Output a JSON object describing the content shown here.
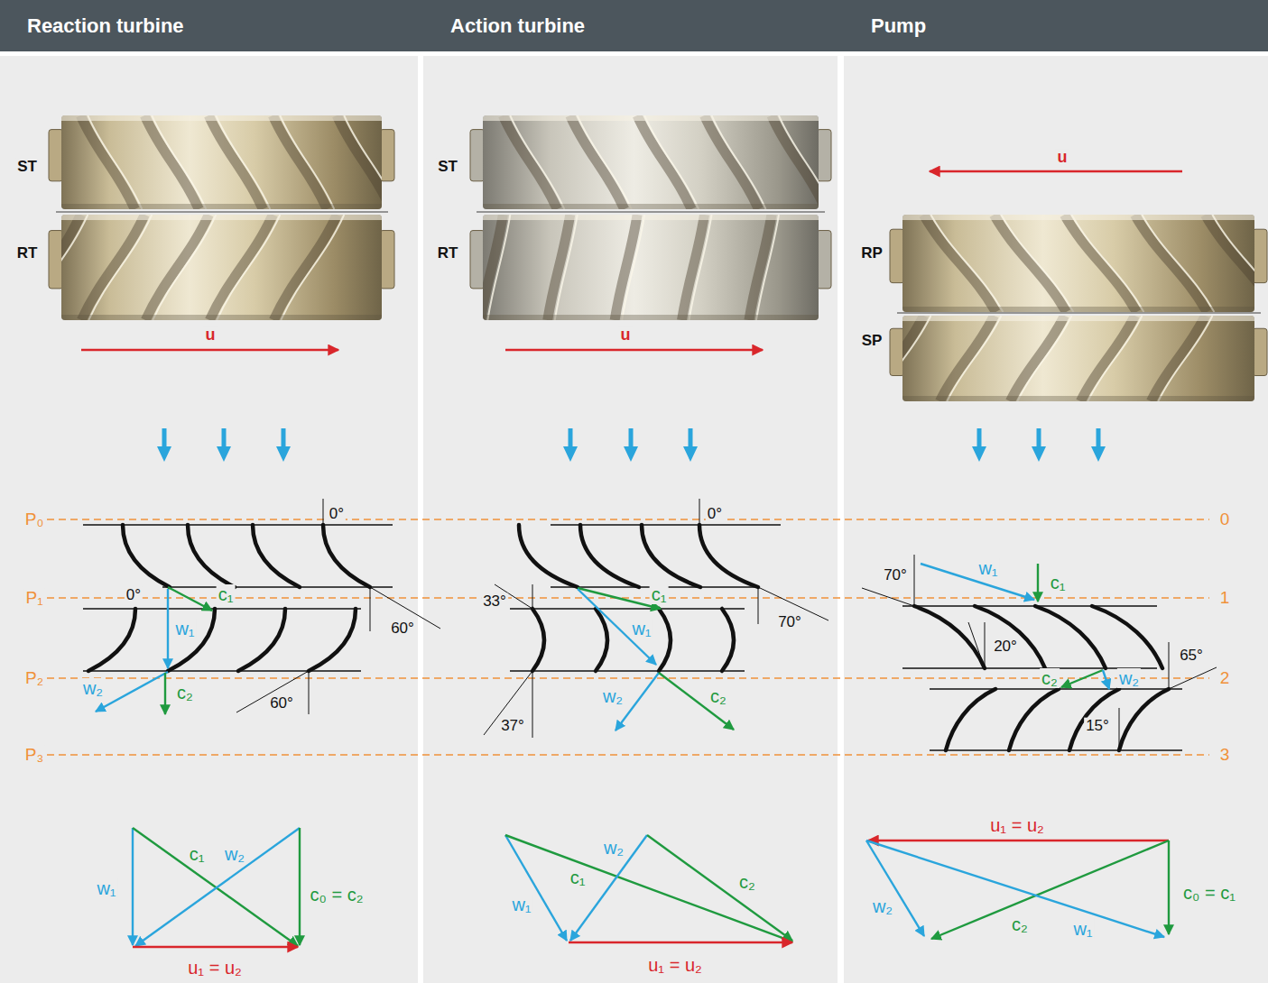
{
  "diagram": {
    "nodes": [
      {
        "text": [
          "Reaction turbine"
        ]
      },
      {
        "text": [
          "Action turbine"
        ]
      },
      {
        "text": [
          "Pump"
        ]
      }
    ],
    "labels": [
      "ST",
      "RT",
      "u",
      "P₀",
      "P₁",
      "P₂",
      "P₃",
      "0°",
      "0°",
      "60°",
      "60°",
      "c₁",
      "w₁",
      "w₂",
      "c₂",
      "w₁",
      "c₁",
      "w₂",
      "c₀ = c₂",
      "u₁ = u₂",
      "ST",
      "RT",
      "u",
      "0°",
      "33°",
      "70°",
      "37°",
      "c₁",
      "w₁",
      "w₂",
      "c₂",
      "w₂",
      "c₁",
      "w₁",
      "c₂",
      "u₁ = u₂",
      "u",
      "RP",
      "SP",
      "70°",
      "w₁",
      "c₁",
      "20°",
      "65°",
      "c₂",
      "w₂",
      "15°",
      "0",
      "1",
      "2",
      "3",
      "u₁ = u₂",
      "w₂",
      "c₂",
      "w₁",
      "c₀ = c₁"
    ]
  }
}
